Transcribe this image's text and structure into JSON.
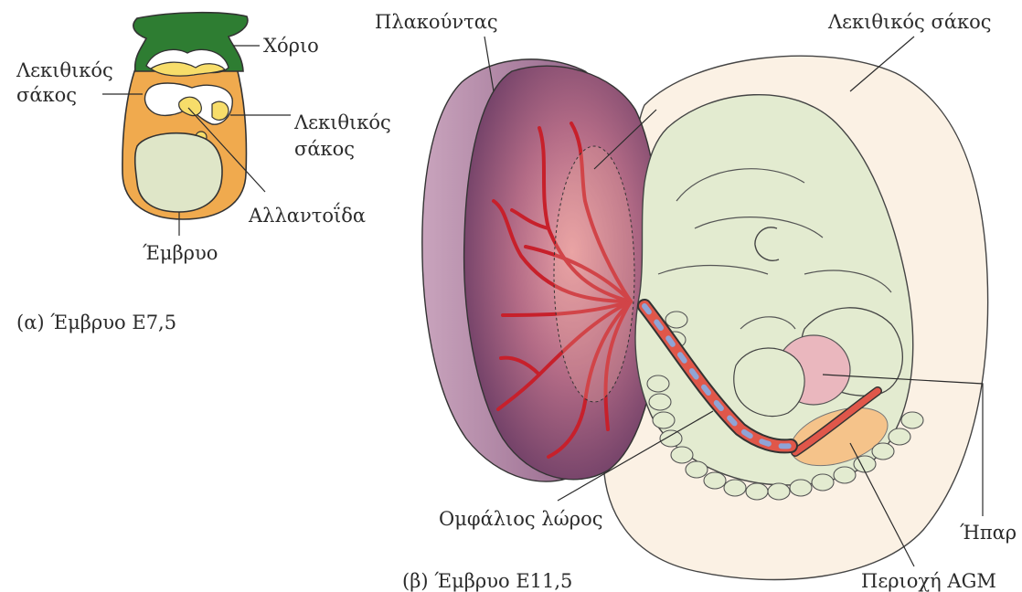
{
  "panel_a": {
    "caption": "(α) Έμβρυο E7,5",
    "labels": {
      "chorion": "Χόριο",
      "yolk_sac_left_line1": "Λεκιθικός",
      "yolk_sac_left_line2": "σάκος",
      "yolk_sac_right_line1": "Λεκιθικός",
      "yolk_sac_right_line2": "σάκος",
      "allantois": "Αλλαντοΐδα",
      "embryo": "Έμβρυο"
    }
  },
  "panel_b": {
    "caption": "(β) Έμβρυο E11,5",
    "labels": {
      "placenta": "Πλακούντας",
      "yolk_sac": "Λεκιθικός σάκος",
      "umbilical_cord": "Ομφάλιος λώρος",
      "liver": "Ήπαρ",
      "agm_region": "Περιοχή AGM"
    }
  },
  "colors": {
    "chorion_green": "#2e7d32",
    "yolk_orange": "#f0aa4e",
    "allantois_yellow": "#f7dd6a",
    "embryo_pale": "#dfe6c8",
    "placenta_purple": "#7a4a6e",
    "vessel_red": "#d93a3a",
    "liver_pink": "#eab7be",
    "agm_peach": "#f5c38a",
    "cord_blue": "#8fa4d6",
    "sac_cream": "#fbf1e4"
  }
}
